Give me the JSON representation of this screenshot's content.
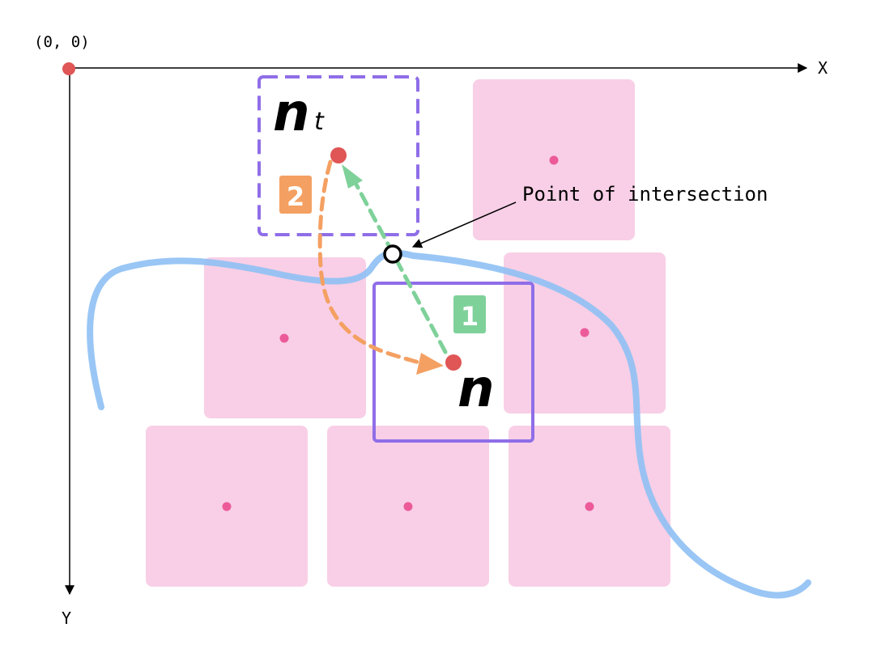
{
  "origin_label": "(0, 0)",
  "x_axis_label": "X",
  "y_axis_label": "Y",
  "intersection_label": "Point of intersection",
  "node_n_label": "n",
  "node_nt_label": "n",
  "node_nt_subscript": "t",
  "step1_label": "1",
  "step2_label": "2",
  "colors": {
    "tile": "#f8cfe6",
    "tile_center": "#ec5a9a",
    "curve": "#8ec0f4",
    "node": "#e05555",
    "box": "#8f6ee8",
    "step1": "#7fd19a",
    "step2": "#f4a062",
    "axis": "#000000"
  }
}
